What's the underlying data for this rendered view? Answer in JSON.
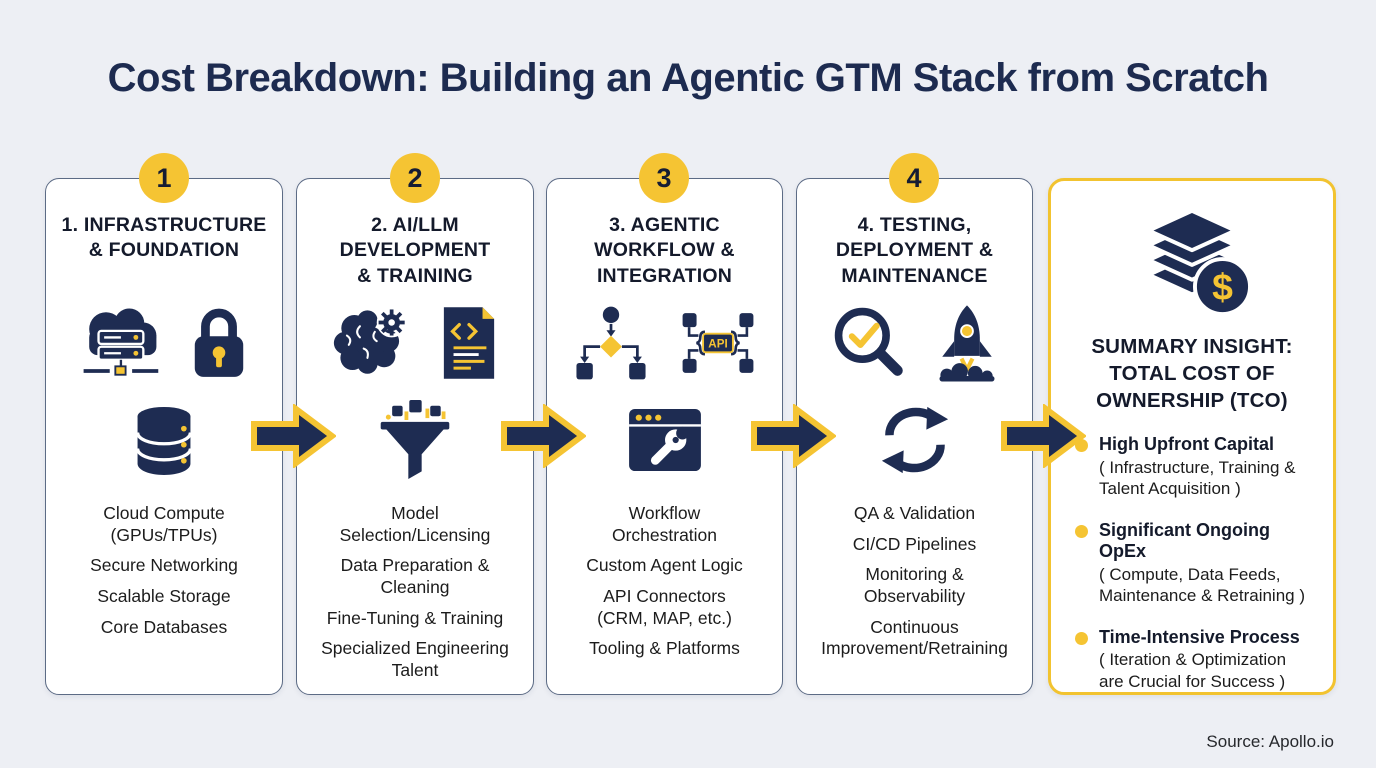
{
  "title": "Cost Breakdown: Building an Agentic GTM Stack from Scratch",
  "source": "Source: Apollo.io",
  "colors": {
    "navy": "#1e2c52",
    "yellow": "#f5c433",
    "background": "#edeff4",
    "card_border": "#5c6b85",
    "summary_border": "#f2c330"
  },
  "flow_arrow_icon": "arrow-right-icon",
  "columns": [
    {
      "badge": "1",
      "title": "1. INFRASTRUCTURE\n& FOUNDATION",
      "icons": [
        "cloud-server-icon",
        "padlock-icon",
        "database-icon"
      ],
      "items": [
        "Cloud Compute\n(GPUs/TPUs)",
        "Secure Networking",
        "Scalable Storage",
        "Core Databases"
      ]
    },
    {
      "badge": "2",
      "title": "2. AI/LLM\nDEVELOPMENT\n& TRAINING",
      "icons": [
        "brain-gear-icon",
        "code-document-icon",
        "data-funnel-icon"
      ],
      "items": [
        "Model\nSelection/Licensing",
        "Data Preparation &\nCleaning",
        "Fine-Tuning & Training",
        "Specialized Engineering\nTalent"
      ]
    },
    {
      "badge": "3",
      "title": "3. AGENTIC\nWORKFLOW &\nINTEGRATION",
      "icons": [
        "flowchart-icon",
        "api-connector-icon",
        "browser-wrench-icon"
      ],
      "api_label": "API",
      "items": [
        "Workflow\nOrchestration",
        "Custom Agent Logic",
        "API Connectors\n(CRM, MAP, etc.)",
        "Tooling & Platforms"
      ]
    },
    {
      "badge": "4",
      "title": "4. TESTING,\nDEPLOYMENT &\nMAINTENANCE",
      "icons": [
        "magnifier-check-icon",
        "rocket-icon",
        "refresh-arrows-icon"
      ],
      "items": [
        "QA & Validation",
        "CI/CD Pipelines",
        "Monitoring &\nObservability",
        "Continuous\nImprovement/Retraining"
      ]
    }
  ],
  "summary": {
    "title": "SUMMARY INSIGHT:\nTOTAL COST OF\nOWNERSHIP (TCO)",
    "icon": "cost-stack-dollar-icon",
    "dollar_glyph": "$",
    "bullets": [
      {
        "heading": "High Upfront Capital",
        "detail": "( Infrastructure, Training &\nTalent Acquisition )"
      },
      {
        "heading": "Significant Ongoing OpEx",
        "detail": "( Compute, Data Feeds,\nMaintenance & Retraining )"
      },
      {
        "heading": "Time-Intensive Process",
        "detail": "( Iteration & Optimization\nare Crucial for Success )"
      }
    ]
  }
}
